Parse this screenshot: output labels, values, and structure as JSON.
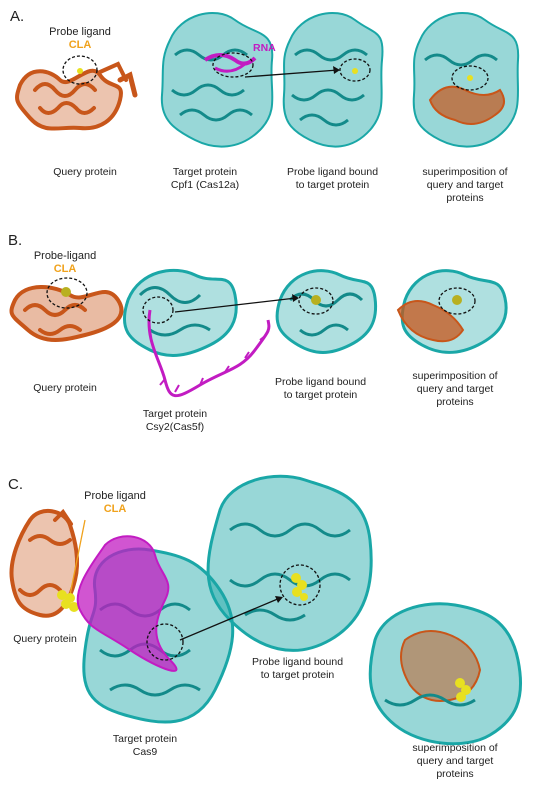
{
  "colors": {
    "query": "#c8561a",
    "target": "#1aa7a7",
    "rna": "#c21cc2",
    "ligand_yellow": "#e8e020",
    "ligand_label": "#f0a21c"
  },
  "panel_a": {
    "letter": "A.",
    "probe_ligand": "Probe ligand",
    "cla": "CLA",
    "rna": "RNA",
    "query_caption": "Query protein",
    "target_caption_1": "Target protein",
    "target_caption_2": "Cpf1 (Cas12a)",
    "bound_caption_1": "Probe ligand bound",
    "bound_caption_2": "to target protein",
    "super_caption_1": "superimposition of",
    "super_caption_2": "query and target",
    "super_caption_3": "proteins"
  },
  "panel_b": {
    "letter": "B.",
    "probe_ligand": "Probe-ligand",
    "cla": "CLA",
    "query_caption": "Query protein",
    "target_caption_1": "Target protein",
    "target_caption_2": "Csy2(Cas5f)",
    "bound_caption_1": "Probe ligand bound",
    "bound_caption_2": "to target protein",
    "super_caption_1": "superimposition of",
    "super_caption_2": "query and target",
    "super_caption_3": "proteins"
  },
  "panel_c": {
    "letter": "C.",
    "probe_ligand": "Probe ligand",
    "cla": "CLA",
    "query_caption": "Query protein",
    "target_caption_1": "Target protein",
    "target_caption_2": "Cas9",
    "bound_caption_1": "Probe ligand bound",
    "bound_caption_2": "to target protein",
    "super_caption_1": "superimposition of",
    "super_caption_2": "query and target",
    "super_caption_3": "proteins"
  }
}
